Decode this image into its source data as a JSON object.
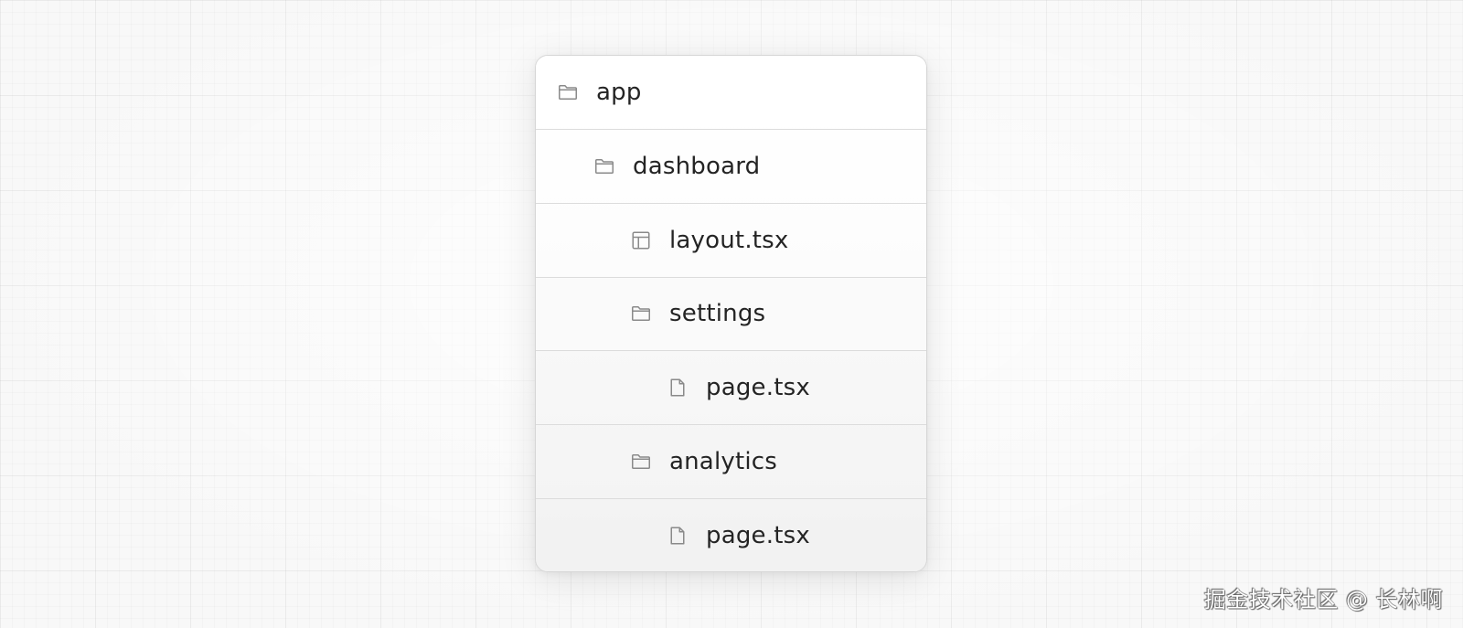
{
  "file_tree": {
    "items": [
      {
        "label": "app",
        "icon": "folder-icon",
        "depth": 0
      },
      {
        "label": "dashboard",
        "icon": "folder-icon",
        "depth": 1
      },
      {
        "label": "layout.tsx",
        "icon": "layout-icon",
        "depth": 2
      },
      {
        "label": "settings",
        "icon": "folder-icon",
        "depth": 2
      },
      {
        "label": "page.tsx",
        "icon": "file-icon",
        "depth": 3
      },
      {
        "label": "analytics",
        "icon": "folder-icon",
        "depth": 2
      },
      {
        "label": "page.tsx",
        "icon": "file-icon",
        "depth": 3
      }
    ]
  },
  "watermark": {
    "text": "掘金技术社区 @ 长林啊"
  },
  "colors": {
    "text": "#242424",
    "icon_stroke": "#8a8a8a",
    "row_divider": "#dcdcdc",
    "panel_border": "#d6d6d6",
    "background": "#f8f8f8"
  }
}
